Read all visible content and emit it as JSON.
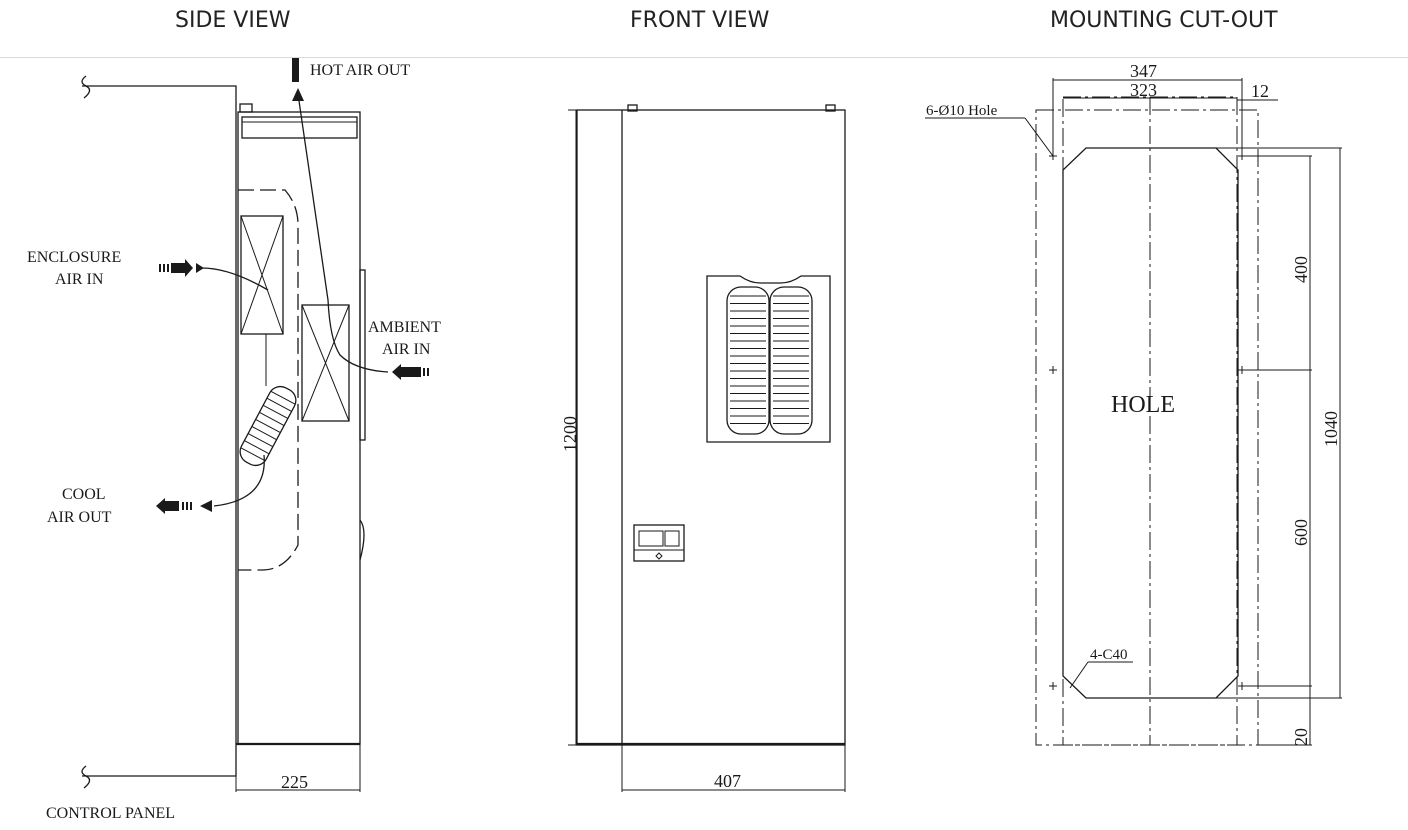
{
  "headers": {
    "side_view": "SIDE VIEW",
    "front_view": "FRONT VIEW",
    "mounting_cutout": "MOUNTING CUT-OUT"
  },
  "side_view": {
    "hot_air_out": "HOT AIR OUT",
    "enclosure_air_in_1": "ENCLOSURE",
    "enclosure_air_in_2": "AIR IN",
    "ambient_air_in_1": "AMBIENT",
    "ambient_air_in_2": "AIR IN",
    "cool_air_out_1": "COOL",
    "cool_air_out_2": "AIR OUT",
    "control_panel": "CONTROL PANEL",
    "depth_dim": "225"
  },
  "front_view": {
    "height_dim": "1200",
    "width_dim": "407"
  },
  "mounting_cutout": {
    "width_outer": "347",
    "width_inner": "323",
    "offset": "12",
    "hole_note": "6-Ø10 Hole",
    "hole_label": "HOLE",
    "chamfer_note": "4-C40",
    "dim_400": "400",
    "dim_600": "600",
    "dim_1040": "1040",
    "dim_20": "20"
  }
}
